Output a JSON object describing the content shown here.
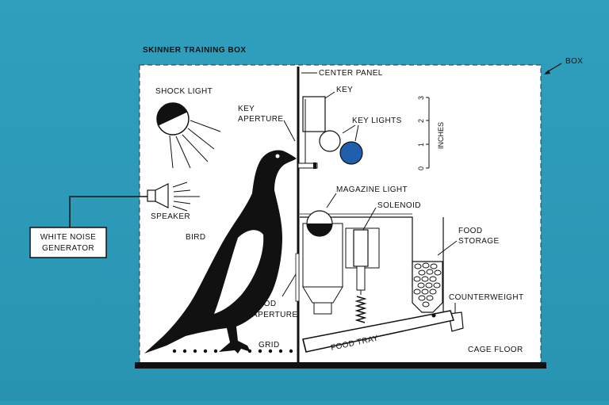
{
  "title": "SKINNER TRAINING BOX",
  "labels": {
    "box": "BOX",
    "center_panel": "CENTER PANEL",
    "key": "KEY",
    "key_aperture_1": "KEY",
    "key_aperture_2": "APERTURE",
    "key_lights": "KEY LIGHTS",
    "shock_light": "SHOCK LIGHT",
    "speaker": "SPEAKER",
    "white_noise_1": "WHITE NOISE",
    "white_noise_2": "GENERATOR",
    "bird": "BIRD",
    "magazine_light": "MAGAZINE LIGHT",
    "solenoid": "SOLENOID",
    "food_storage_1": "FOOD",
    "food_storage_2": "STORAGE",
    "counterweight": "COUNTERWEIGHT",
    "food_aperture_1": "FOOD",
    "food_aperture_2": "APERTURE",
    "food_tray": "FOOD TRAY",
    "cage_floor": "CAGE FLOOR",
    "grid": "GRID"
  },
  "scale": {
    "unit_label": "INCHES",
    "ticks": [
      "0",
      "1",
      "2",
      "3"
    ]
  },
  "colors": {
    "background": "#2a9ab8",
    "box_fill": "#ffffff",
    "ink": "#111111",
    "key_light_lit": "#1f5fae"
  }
}
